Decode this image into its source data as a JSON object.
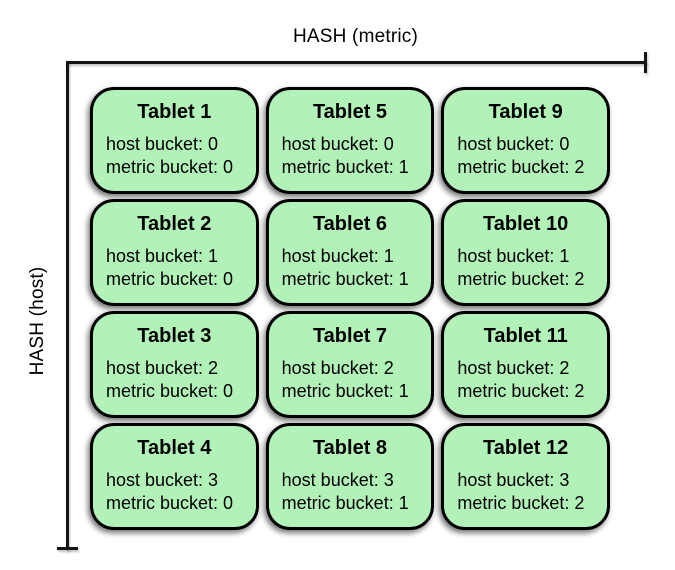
{
  "diagram": {
    "x_axis_label": "HASH (metric)",
    "y_axis_label": "HASH (host)",
    "colors": {
      "tablet_fill": "#b2f1b8",
      "tablet_border": "#000000",
      "axis": "#141414"
    },
    "tablets": [
      {
        "title": "Tablet 1",
        "host_bucket": "host bucket: 0",
        "metric_bucket": "metric bucket: 0"
      },
      {
        "title": "Tablet 5",
        "host_bucket": "host bucket: 0",
        "metric_bucket": "metric bucket: 1"
      },
      {
        "title": "Tablet 9",
        "host_bucket": "host bucket: 0",
        "metric_bucket": "metric bucket: 2"
      },
      {
        "title": "Tablet 2",
        "host_bucket": "host bucket: 1",
        "metric_bucket": "metric bucket: 0"
      },
      {
        "title": "Tablet 6",
        "host_bucket": "host bucket: 1",
        "metric_bucket": "metric bucket: 1"
      },
      {
        "title": "Tablet 10",
        "host_bucket": "host bucket: 1",
        "metric_bucket": "metric bucket: 2"
      },
      {
        "title": "Tablet 3",
        "host_bucket": "host bucket: 2",
        "metric_bucket": "metric bucket: 0"
      },
      {
        "title": "Tablet 7",
        "host_bucket": "host bucket: 2",
        "metric_bucket": "metric bucket: 1"
      },
      {
        "title": "Tablet 11",
        "host_bucket": "host bucket: 2",
        "metric_bucket": "metric bucket: 2"
      },
      {
        "title": "Tablet 4",
        "host_bucket": "host bucket: 3",
        "metric_bucket": "metric bucket: 0"
      },
      {
        "title": "Tablet 8",
        "host_bucket": "host bucket: 3",
        "metric_bucket": "metric bucket: 1"
      },
      {
        "title": "Tablet 12",
        "host_bucket": "host bucket: 3",
        "metric_bucket": "metric bucket: 2"
      }
    ]
  }
}
